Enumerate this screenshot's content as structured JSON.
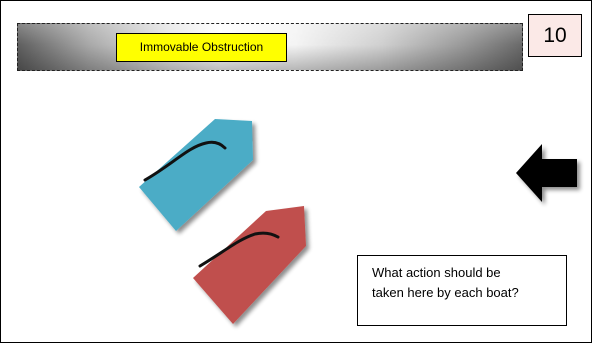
{
  "header": {
    "title": "Immovable Obstruction",
    "slide_number": "10"
  },
  "scene": {
    "boats": [
      {
        "name": "blue-boat",
        "color": "#4bacc6"
      },
      {
        "name": "red-boat",
        "color": "#c0504d"
      }
    ],
    "wind_arrow_color": "#000000"
  },
  "question": {
    "text": "What action should be\ntaken here by each boat?"
  }
}
